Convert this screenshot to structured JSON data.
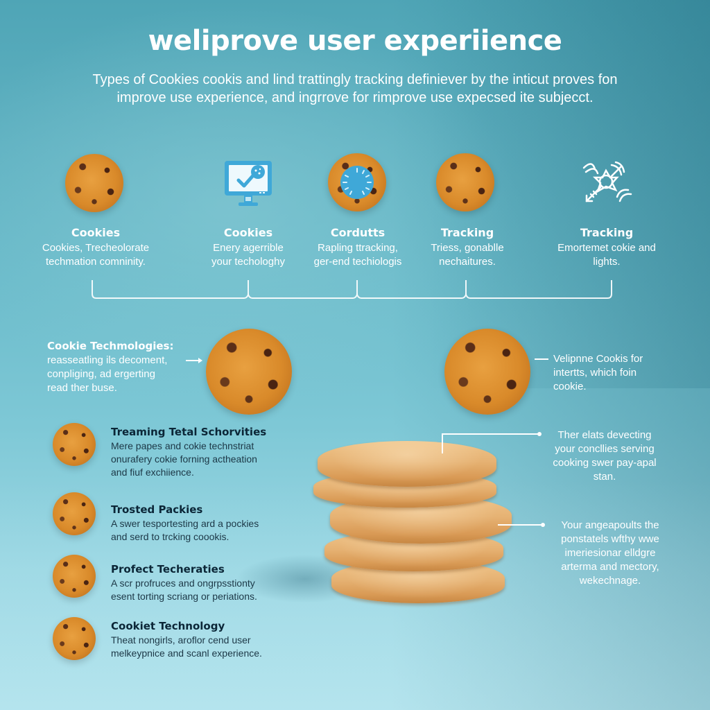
{
  "header": {
    "title": "weliprove user experiience",
    "subtitle": "Types of Cookies cookis and lind trattingly tracking definiever by the inticut proves fon improve use experience, and ingrrove for rimprove use expecsed ite subjecct."
  },
  "features": [
    {
      "icon": "cookie-icon",
      "title": "Cookies",
      "desc_line1": "Cookies, Trecheolorate",
      "desc_line2": "techmation comninity."
    },
    {
      "icon": "monitor-check-icon",
      "title": "Cookies",
      "desc_line1": "Enery agerrible",
      "desc_line2": "your techologhy"
    },
    {
      "icon": "cookie-dial-icon",
      "title": "Cordutts",
      "desc_line1": "Rapling ttracking,",
      "desc_line2": "ger-end techiologis"
    },
    {
      "icon": "cookie-icon",
      "title": "Tracking",
      "desc_line1": "Triess, gonablle",
      "desc_line2": "nechaitures."
    },
    {
      "icon": "network-tracking-icon",
      "title": "Tracking",
      "desc_line1": "Emortemet cokie and",
      "desc_line2": "lights."
    }
  ],
  "callouts": {
    "left": {
      "title": "Cookie Techmologies:",
      "line1": "reasseatling ils decoment,",
      "line2": "conpliging, ad ergerting",
      "line3": "read ther buse."
    },
    "right_top": {
      "line1": "Velipnne Cookis for",
      "line2": "intertts, which foin",
      "line3": "cookie."
    },
    "right_mid": {
      "line1": "Ther elats devecting",
      "line2": "your concllies serving",
      "line3": "cooking swer pay-apal",
      "line4": "stan."
    },
    "right_low": {
      "line1": "Your angeapoults the",
      "line2": "ponstatels wfthy wwe",
      "line3": "imeriesionar elldgre",
      "line4": "arterma and mectory,",
      "line5": "wekechnage."
    }
  },
  "list": [
    {
      "title": "Treaming Tetal Schorvities",
      "line1": "Mere papes and cokie technstriat",
      "line2": "onurafery cokie forning actheation",
      "line3": "and fiuf exchiience."
    },
    {
      "title": "Trosted Packies",
      "line1": "A swer tesportesting ard a pockies",
      "line2": "and serd to trcking coookis.",
      "line3": ""
    },
    {
      "title": "Profect Techeraties",
      "line1": "A scr profruces and ongrpsstionty",
      "line2": "esent torting scriang or periations.",
      "line3": ""
    },
    {
      "title": "Cookiet Technology",
      "line1": "Theat nongirls, aroflor cend user",
      "line2": "melkeypnice and scanl experience.",
      "line3": ""
    }
  ],
  "colors": {
    "background_top": "#4fa5b6",
    "background_bottom": "#aee0ea",
    "text_light": "#ffffff",
    "text_dark": "#0b2637",
    "cookie": "#d98a2a",
    "icon_blue": "#3fa8d8"
  }
}
